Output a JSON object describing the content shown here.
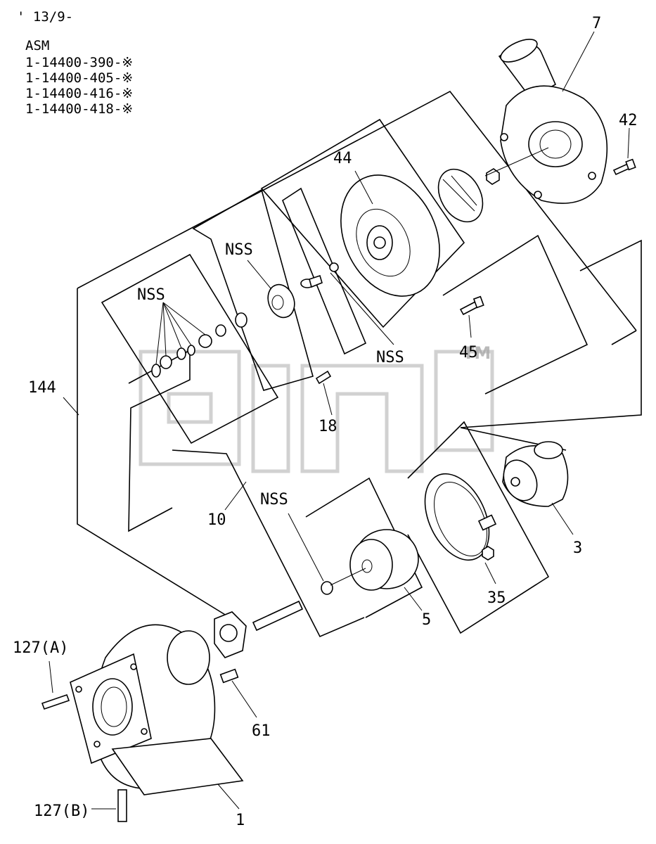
{
  "header": {
    "page_ref": "' 13/9-",
    "asm_label": "ASM",
    "asm_numbers": [
      "1-14400-390-※",
      "1-14400-405-※",
      "1-14400-416-※",
      "1-14400-418-※"
    ]
  },
  "watermark": {
    "tm": "TM"
  },
  "callouts": {
    "p1": "1",
    "p3": "3",
    "p5": "5",
    "p7": "7",
    "p10": "10",
    "p18": "18",
    "p35": "35",
    "p42": "42",
    "p44": "44",
    "p45": "45",
    "p61": "61",
    "p127a": "127(A)",
    "p127b": "127(B)",
    "p144": "144",
    "nss_bearing": "NSS",
    "nss_rings": "NSS",
    "nss_plate": "NSS",
    "nss_seal": "NSS"
  }
}
